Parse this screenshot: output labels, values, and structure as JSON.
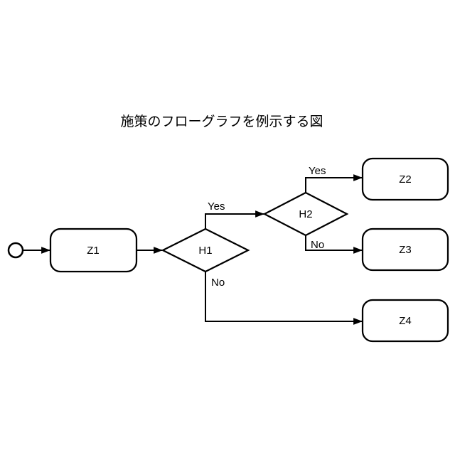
{
  "figure": {
    "title": "施策のフローグラフを例示する図",
    "background": "#ffffff",
    "stroke_color": "#000000",
    "node_fill": "#ffffff"
  },
  "nodes": {
    "start": {
      "shape": "circle",
      "label": ""
    },
    "z1": {
      "shape": "rounded-rect",
      "label": "Z1"
    },
    "h1": {
      "shape": "diamond",
      "label": "H1"
    },
    "h2": {
      "shape": "diamond",
      "label": "H2"
    },
    "z2": {
      "shape": "rounded-rect",
      "label": "Z2"
    },
    "z3": {
      "shape": "rounded-rect",
      "label": "Z3"
    },
    "z4": {
      "shape": "rounded-rect",
      "label": "Z4"
    }
  },
  "edges": {
    "start_to_z1": {
      "from": "start",
      "to": "z1",
      "label": ""
    },
    "z1_to_h1": {
      "from": "z1",
      "to": "h1",
      "label": ""
    },
    "h1_yes_to_h2": {
      "from": "h1",
      "to": "h2",
      "label": "Yes"
    },
    "h1_no_to_z4": {
      "from": "h1",
      "to": "z4",
      "label": "No"
    },
    "h2_yes_to_z2": {
      "from": "h2",
      "to": "z2",
      "label": "Yes"
    },
    "h2_no_to_z3": {
      "from": "h2",
      "to": "z3",
      "label": "No"
    }
  }
}
